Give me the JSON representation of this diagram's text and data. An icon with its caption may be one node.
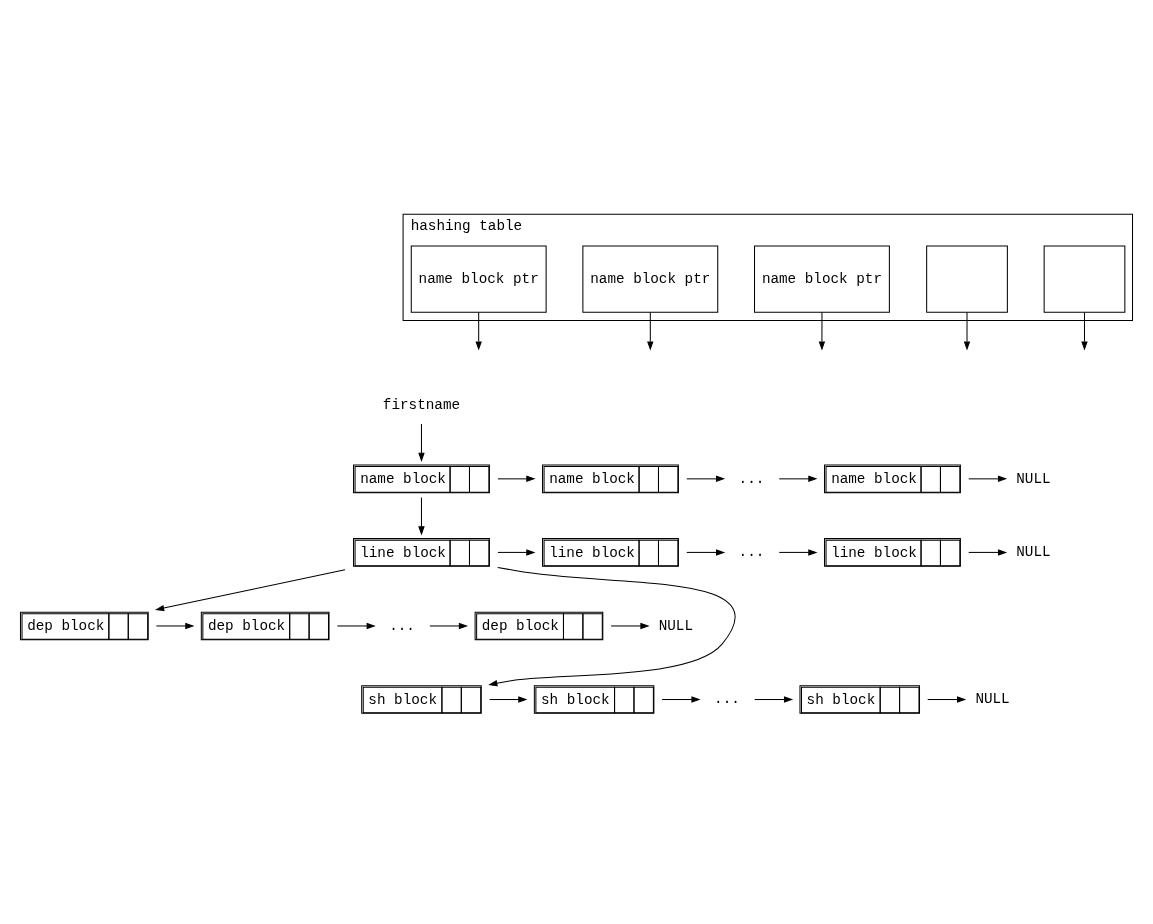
{
  "diagram": {
    "nodes": [
      {
        "text": [
          "hashing table"
        ]
      },
      {
        "text": [
          "name block ptr"
        ],
        "in": 0
      },
      {
        "text": [
          "name block ptr"
        ],
        "in": 0
      },
      {
        "text": [
          "name block ptr"
        ],
        "in": 0
      },
      {
        "text": [],
        "shape": "box",
        "in": 0
      },
      {
        "text": [],
        "shape": "box",
        "in": 0
      },
      {
        "text": [
          "name block"
        ]
      },
      {
        "text": [
          "name block"
        ]
      },
      {
        "text": [
          "..."
        ]
      },
      {
        "text": [
          "name block"
        ]
      },
      {
        "text": [
          "NULL"
        ]
      },
      {
        "text": [
          "firstname"
        ]
      },
      {
        "text": [
          "line block"
        ]
      },
      {
        "text": [
          "line block"
        ]
      },
      {
        "text": [
          "..."
        ]
      },
      {
        "text": [
          "line block"
        ]
      },
      {
        "text": [
          "NULL"
        ]
      },
      {
        "text": [
          "dep block"
        ]
      },
      {
        "text": [
          "dep block"
        ]
      },
      {
        "text": [
          "..."
        ]
      },
      {
        "text": [
          "dep block"
        ]
      },
      {
        "text": [
          "NULL"
        ]
      },
      {
        "text": [
          "sh block"
        ]
      },
      {
        "text": [
          "sh block"
        ]
      },
      {
        "text": [
          "..."
        ]
      },
      {
        "text": [
          "sh block"
        ]
      },
      {
        "text": [
          "NULL"
        ]
      }
    ],
    "edges": [
      {
        "from": 1,
        "to": null,
        "arrow": "to"
      },
      {
        "from": 2,
        "to": null,
        "arrow": "to"
      },
      {
        "from": 3,
        "to": null,
        "arrow": "to"
      },
      {
        "from": 4,
        "to": null,
        "arrow": "to"
      },
      {
        "from": 5,
        "to": null,
        "arrow": "to"
      },
      {
        "from": 6,
        "to": 7,
        "arrow": "to"
      },
      {
        "from": 7,
        "to": 8,
        "arrow": "to"
      },
      {
        "from": 8,
        "to": 9,
        "arrow": "to"
      },
      {
        "from": 9,
        "to": 10,
        "arrow": "to"
      },
      {
        "from": 11,
        "to": 6,
        "arrow": "to"
      },
      {
        "from": 6,
        "to": 12,
        "arrow": "to"
      },
      {
        "from": 12,
        "to": 13,
        "arrow": "to"
      },
      {
        "from": 13,
        "to": 14,
        "arrow": "to"
      },
      {
        "from": 14,
        "to": 15,
        "arrow": "to"
      },
      {
        "from": 15,
        "to": 16,
        "arrow": "to"
      },
      {
        "from": 12,
        "to": 17,
        "arrow": "to"
      },
      {
        "from": 17,
        "to": 18,
        "arrow": "to"
      },
      {
        "from": 18,
        "to": 19,
        "arrow": "to"
      },
      {
        "from": 19,
        "to": 20,
        "arrow": "to"
      },
      {
        "from": 20,
        "to": 21,
        "arrow": "to"
      },
      {
        "from": 12,
        "to": 22,
        "arrow": "to"
      },
      {
        "from": 22,
        "to": 23,
        "arrow": "to"
      },
      {
        "from": 23,
        "to": 24,
        "arrow": "to"
      },
      {
        "from": 24,
        "to": 25,
        "arrow": "to"
      },
      {
        "from": 25,
        "to": 26,
        "arrow": "to"
      }
    ]
  }
}
